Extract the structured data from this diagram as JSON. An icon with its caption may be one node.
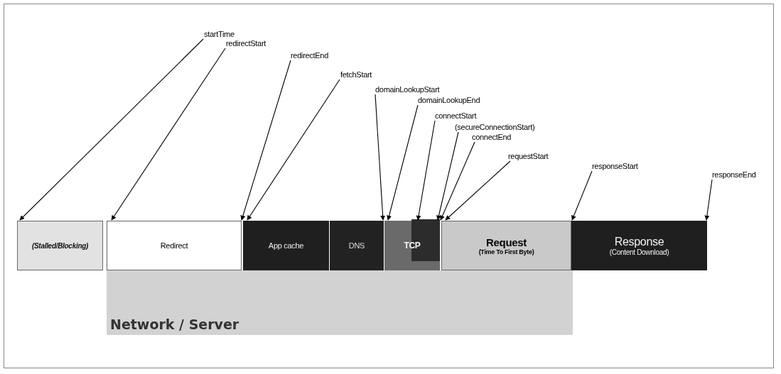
{
  "diagram": {
    "nodes": [
      {
        "text": [
          "startTime"
        ]
      },
      {
        "text": [
          "redirectStart"
        ]
      },
      {
        "text": [
          "redirectEnd"
        ]
      },
      {
        "text": [
          "fetchStart"
        ]
      },
      {
        "text": [
          "domainLookupStart"
        ]
      },
      {
        "text": [
          "domainLookupEnd"
        ]
      },
      {
        "text": [
          "connectStart"
        ]
      },
      {
        "text": [
          "(secureConnectionStart)"
        ]
      },
      {
        "text": [
          "connectEnd"
        ]
      },
      {
        "text": [
          "requestStart"
        ]
      },
      {
        "text": [
          "responseStart"
        ]
      },
      {
        "text": [
          "responseEnd"
        ]
      },
      {
        "text": [
          "(Stalled/Blocking)"
        ]
      },
      {
        "text": [
          "Redirect"
        ]
      },
      {
        "text": [
          "App cache"
        ]
      },
      {
        "text": [
          "DNS"
        ]
      },
      {
        "text": [
          "TCP"
        ]
      },
      {
        "text": [
          "Request",
          "(Time To First Byte)"
        ]
      },
      {
        "text": [
          "Response",
          "(Content Download)"
        ]
      },
      {
        "text": [
          "Network / Server"
        ]
      }
    ],
    "edges": [
      {
        "from": 0,
        "to": 12,
        "arrow": "to"
      },
      {
        "from": 1,
        "to": 13,
        "arrow": "to"
      },
      {
        "from": 2,
        "to": 13,
        "arrow": "to"
      },
      {
        "from": 3,
        "to": 14,
        "arrow": "to"
      },
      {
        "from": 4,
        "to": 15,
        "arrow": "to"
      },
      {
        "from": 5,
        "to": 16,
        "arrow": "to"
      },
      {
        "from": 6,
        "to": 16,
        "arrow": "to"
      },
      {
        "from": 7,
        "to": 16,
        "arrow": "to"
      },
      {
        "from": 8,
        "to": 16,
        "arrow": "to"
      },
      {
        "from": 9,
        "to": 17,
        "arrow": "to"
      },
      {
        "from": 10,
        "to": 18,
        "arrow": "to"
      },
      {
        "from": 11,
        "to": 18,
        "arrow": "to"
      }
    ]
  }
}
